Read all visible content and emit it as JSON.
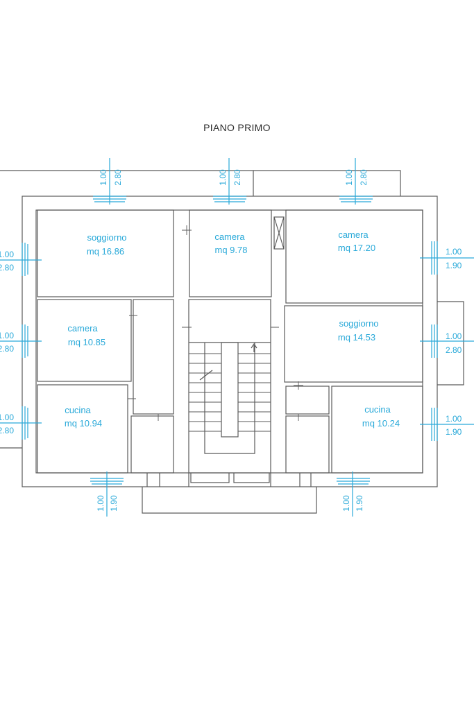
{
  "title": "PIANO PRIMO",
  "colors": {
    "wall": "#5a5a5a",
    "annotation": "#29a9d9",
    "window": "#29a9d9"
  },
  "rooms": [
    {
      "name": "soggiorno",
      "area": "mq 16.86"
    },
    {
      "name": "camera",
      "area": "mq 9.78"
    },
    {
      "name": "camera",
      "area": "mq 17.20"
    },
    {
      "name": "camera",
      "area": "mq 10.85"
    },
    {
      "name": "soggiorno",
      "area": "mq 14.53"
    },
    {
      "name": "cucina",
      "area": "mq 10.94"
    },
    {
      "name": "cucina",
      "area": "mq 10.24"
    }
  ],
  "dimensions": [
    {
      "a": "1.00",
      "b": "2.80"
    },
    {
      "a": "1.00",
      "b": "2.80"
    },
    {
      "a": "1.00",
      "b": "2.80"
    },
    {
      "a": "1.00",
      "b": "2.80"
    },
    {
      "a": "1.00",
      "b": "2.80"
    },
    {
      "a": "1.00",
      "b": "2.80"
    },
    {
      "a": "1.00",
      "b": "1.90"
    },
    {
      "a": "1.00",
      "b": "2.80"
    },
    {
      "a": "1.00",
      "b": "1.90"
    },
    {
      "a": "1.00",
      "b": "1.90"
    },
    {
      "a": "1.00",
      "b": "1.90"
    }
  ]
}
